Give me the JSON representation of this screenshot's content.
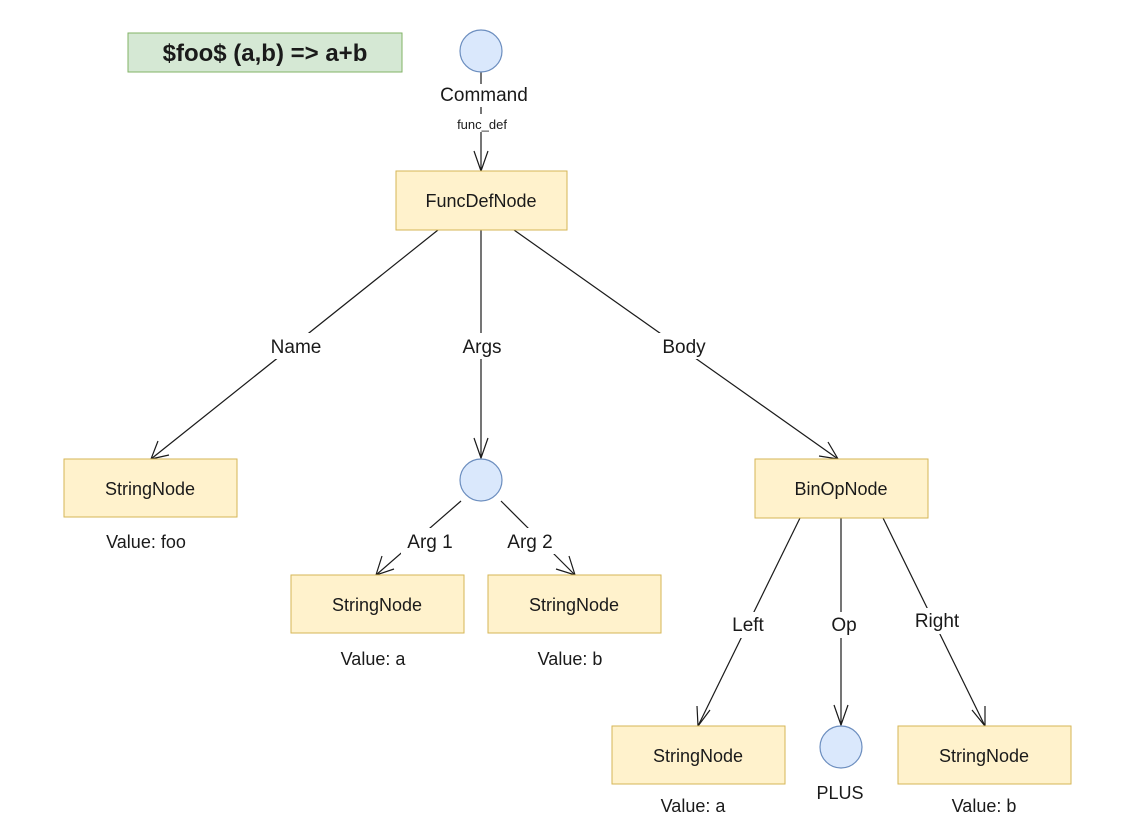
{
  "title": "$foo$ (a,b) => a+b",
  "nodes": {
    "command": {
      "label": "Command",
      "sublabel": "func_def"
    },
    "funcdef": {
      "label": "FuncDefNode"
    },
    "name_string": {
      "label": "StringNode",
      "caption": "Value: foo"
    },
    "args_circle": {
      "label": ""
    },
    "arg1_string": {
      "label": "StringNode",
      "caption": "Value: a"
    },
    "arg2_string": {
      "label": "StringNode",
      "caption": "Value: b"
    },
    "binop": {
      "label": "BinOpNode"
    },
    "left_string": {
      "label": "StringNode",
      "caption": "Value: a"
    },
    "op_circle": {
      "label": "PLUS"
    },
    "right_string": {
      "label": "StringNode",
      "caption": "Value: b"
    }
  },
  "edges": {
    "name": "Name",
    "args": "Args",
    "body": "Body",
    "arg1": "Arg 1",
    "arg2": "Arg 2",
    "left": "Left",
    "op": "Op",
    "right": "Right"
  },
  "colors": {
    "title_fill": "#d5e8d4",
    "title_stroke": "#82b366",
    "node_fill": "#fff2cc",
    "node_stroke": "#d6b656",
    "circle_fill": "#dae8fc",
    "circle_stroke": "#6c8ebf"
  }
}
